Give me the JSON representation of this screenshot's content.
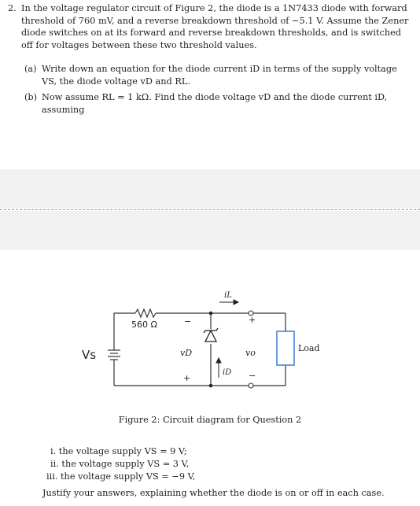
{
  "question": {
    "number": "2.",
    "text": "In the voltage regulator circuit of Figure 2, the diode is a 1N7433 diode with forward threshold of 760 mV, and a reverse breakdown threshold of −5.1 V. Assume the Zener diode switches on at its forward and reverse breakdown thresholds, and is switched off for voltages between these two threshold values."
  },
  "parts": [
    {
      "label": "(a)",
      "text": "Write down an equation for the diode current iD in terms of the supply voltage VS, the diode voltage vD and RL."
    },
    {
      "label": "(b)",
      "text": "Now assume RL = 1 kΩ. Find the diode voltage vD and the diode current iD, assuming"
    }
  ],
  "circuit": {
    "resistor_label": "560 Ω",
    "source_label": "Vs",
    "load_label": "Load",
    "vd_label": "vD",
    "vo_label": "vo",
    "il_label": "iL",
    "id_label": "iD",
    "plus": "+",
    "minus": "−"
  },
  "caption": "Figure 2: Circuit diagram for Question 2",
  "subitems": [
    "i. the voltage supply VS = 9 V;",
    "ii. the voltage supply VS = 3 V,",
    "iii. the voltage supply VS = −9 V,"
  ],
  "justify": "Justify your answers, explaining whether the diode is on or off in each case."
}
